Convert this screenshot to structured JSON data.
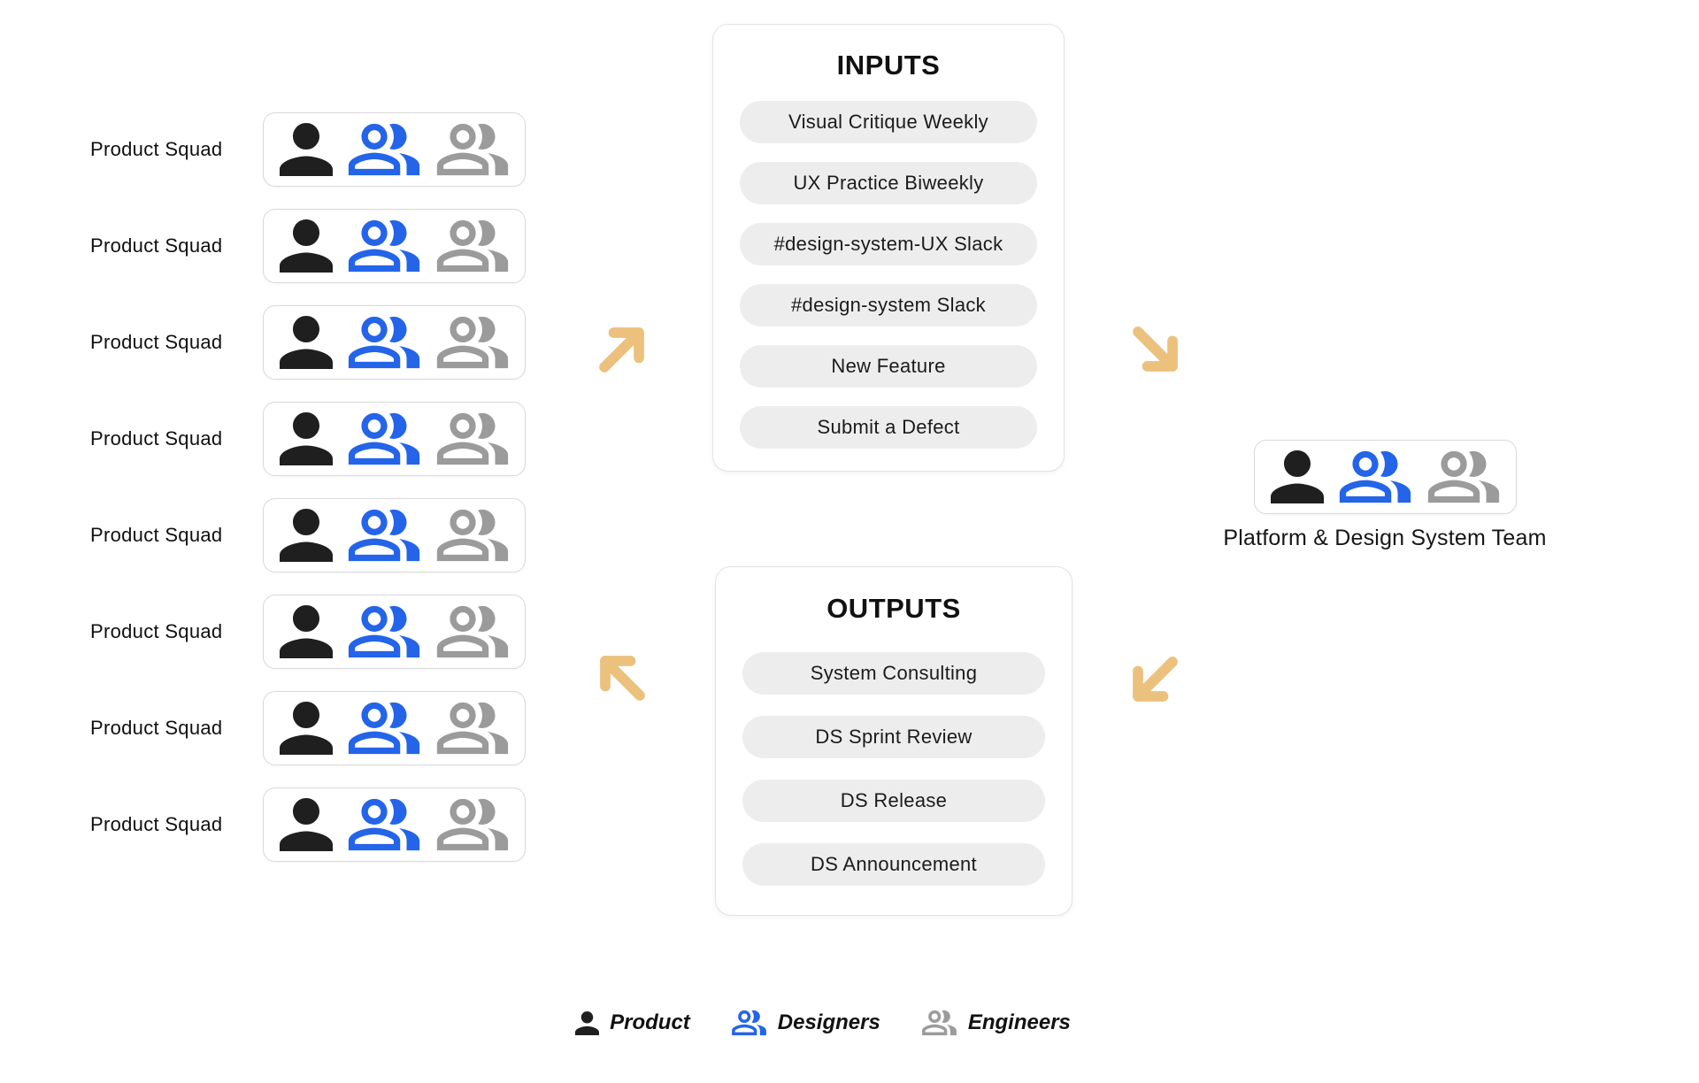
{
  "colors": {
    "product_black": "#1f1f1f",
    "designers_blue": "#2464e9",
    "engineers_gray": "#9b9b9b",
    "arrow_gold": "#ebc17d",
    "pill_background": "#ededed"
  },
  "squads": {
    "rows": [
      {
        "label": "Product Squad"
      },
      {
        "label": "Product Squad"
      },
      {
        "label": "Product Squad"
      },
      {
        "label": "Product Squad"
      },
      {
        "label": "Product Squad"
      },
      {
        "label": "Product Squad"
      },
      {
        "label": "Product Squad"
      },
      {
        "label": "Product Squad"
      }
    ]
  },
  "inputs": {
    "title": "INPUTS",
    "items": [
      "Visual Critique Weekly",
      "UX Practice Biweekly",
      "#design-system-UX Slack",
      "#design-system Slack",
      "New Feature",
      "Submit a Defect"
    ]
  },
  "outputs": {
    "title": "OUTPUTS",
    "items": [
      "System Consulting",
      "DS Sprint Review",
      "DS Release",
      "DS Announcement"
    ]
  },
  "platform_team": {
    "label": "Platform & Design System Team"
  },
  "legend": {
    "items": [
      {
        "label": "Product"
      },
      {
        "label": "Designers"
      },
      {
        "label": "Engineers"
      }
    ]
  }
}
